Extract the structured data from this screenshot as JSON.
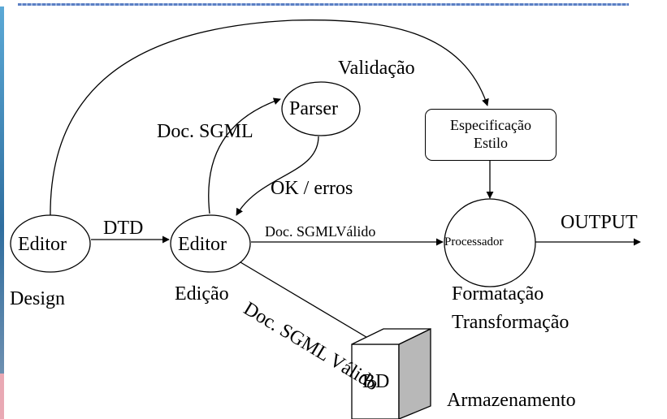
{
  "nodes": {
    "editor_design": "Editor",
    "editor_edicao": "Editor",
    "parser": "Parser",
    "processador": "Processador",
    "especificacao_line1": "Especificação",
    "especificacao_line2": "Estilo",
    "bd": "BD"
  },
  "labels": {
    "design": "Design",
    "edicao": "Edição",
    "validacao": "Validação",
    "doc_sgml": "Doc. SGML",
    "ok_erros": "OK / erros",
    "dtd": "DTD",
    "doc_sgml_valido_h": "Doc. SGMLVálido",
    "doc_sgml_valido_diag": "Doc. SGML Válido",
    "output": "OUTPUT",
    "formatacao": "Formatação",
    "transformacao": "Transformação",
    "armazenamento": "Armazenamento"
  },
  "colors": {
    "stroke": "#000000",
    "db_shade": "#b8b8b8",
    "accent_rule": "#5b7fc4"
  }
}
